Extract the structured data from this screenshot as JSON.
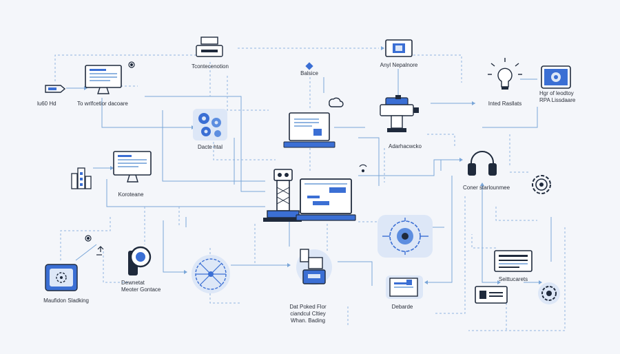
{
  "colors": {
    "line": "#7aa6d8",
    "dashed": "#8fb4e0",
    "icon_stroke": "#1f2a3c",
    "accent": "#3b6fd4",
    "light_fill": "#dde7f7",
    "background": "#f4f6fa"
  },
  "labels": {
    "transformation": "Tcontecenotion",
    "balance": "Balsice",
    "any_napis": "Anyl Nepalnore",
    "usb_hd": "lu60 Hd",
    "workflow_dashboard": "To wrlfcetior dacoare",
    "data_hub": "Dacte htal",
    "adamachine": "Adarhacwcko",
    "intelligent_results": "Inted Rasllats",
    "rpa_line1": "Hgr of leodtoy",
    "rpa_line2": "RPA Lissdaare",
    "korebane": "Koroteane",
    "center_maintenance": "Coner starlounmee",
    "machine_scheduling": "Maufidon Sladking",
    "detection_line1": "Dewnetat",
    "detection_line2": "Meoter Gontace",
    "data_flow_line1": "Dat Poked Flor",
    "data_flow_line2": "ciandcul Cltiey",
    "data_flow_line3": "Whan. Bading",
    "debardie": "Debarde",
    "settlements": "Seittucarets"
  },
  "icons": [
    "usb-drive-icon",
    "monitor-dashboard-icon",
    "settings-dot-icon",
    "printer-icon",
    "gears-cluster-icon",
    "laptop-icon",
    "cloud-sync-icon",
    "wifi-small-icon",
    "projector-icon",
    "robot-arm-icon",
    "lightbulb-icon",
    "ai-chip-icon",
    "buildings-icon",
    "desktop-icon",
    "factory-machine-icon",
    "large-monitor-icon",
    "headphones-icon",
    "gear-icon",
    "brain-chip-icon",
    "location-pin-icon",
    "sync-icon",
    "recycle-icon",
    "magnifier-icon",
    "network-globe-icon",
    "hand-pointer-icon",
    "cog-globe-icon",
    "tablet-icon",
    "table-card-icon",
    "card-reader-icon",
    "gear-small-icon"
  ]
}
